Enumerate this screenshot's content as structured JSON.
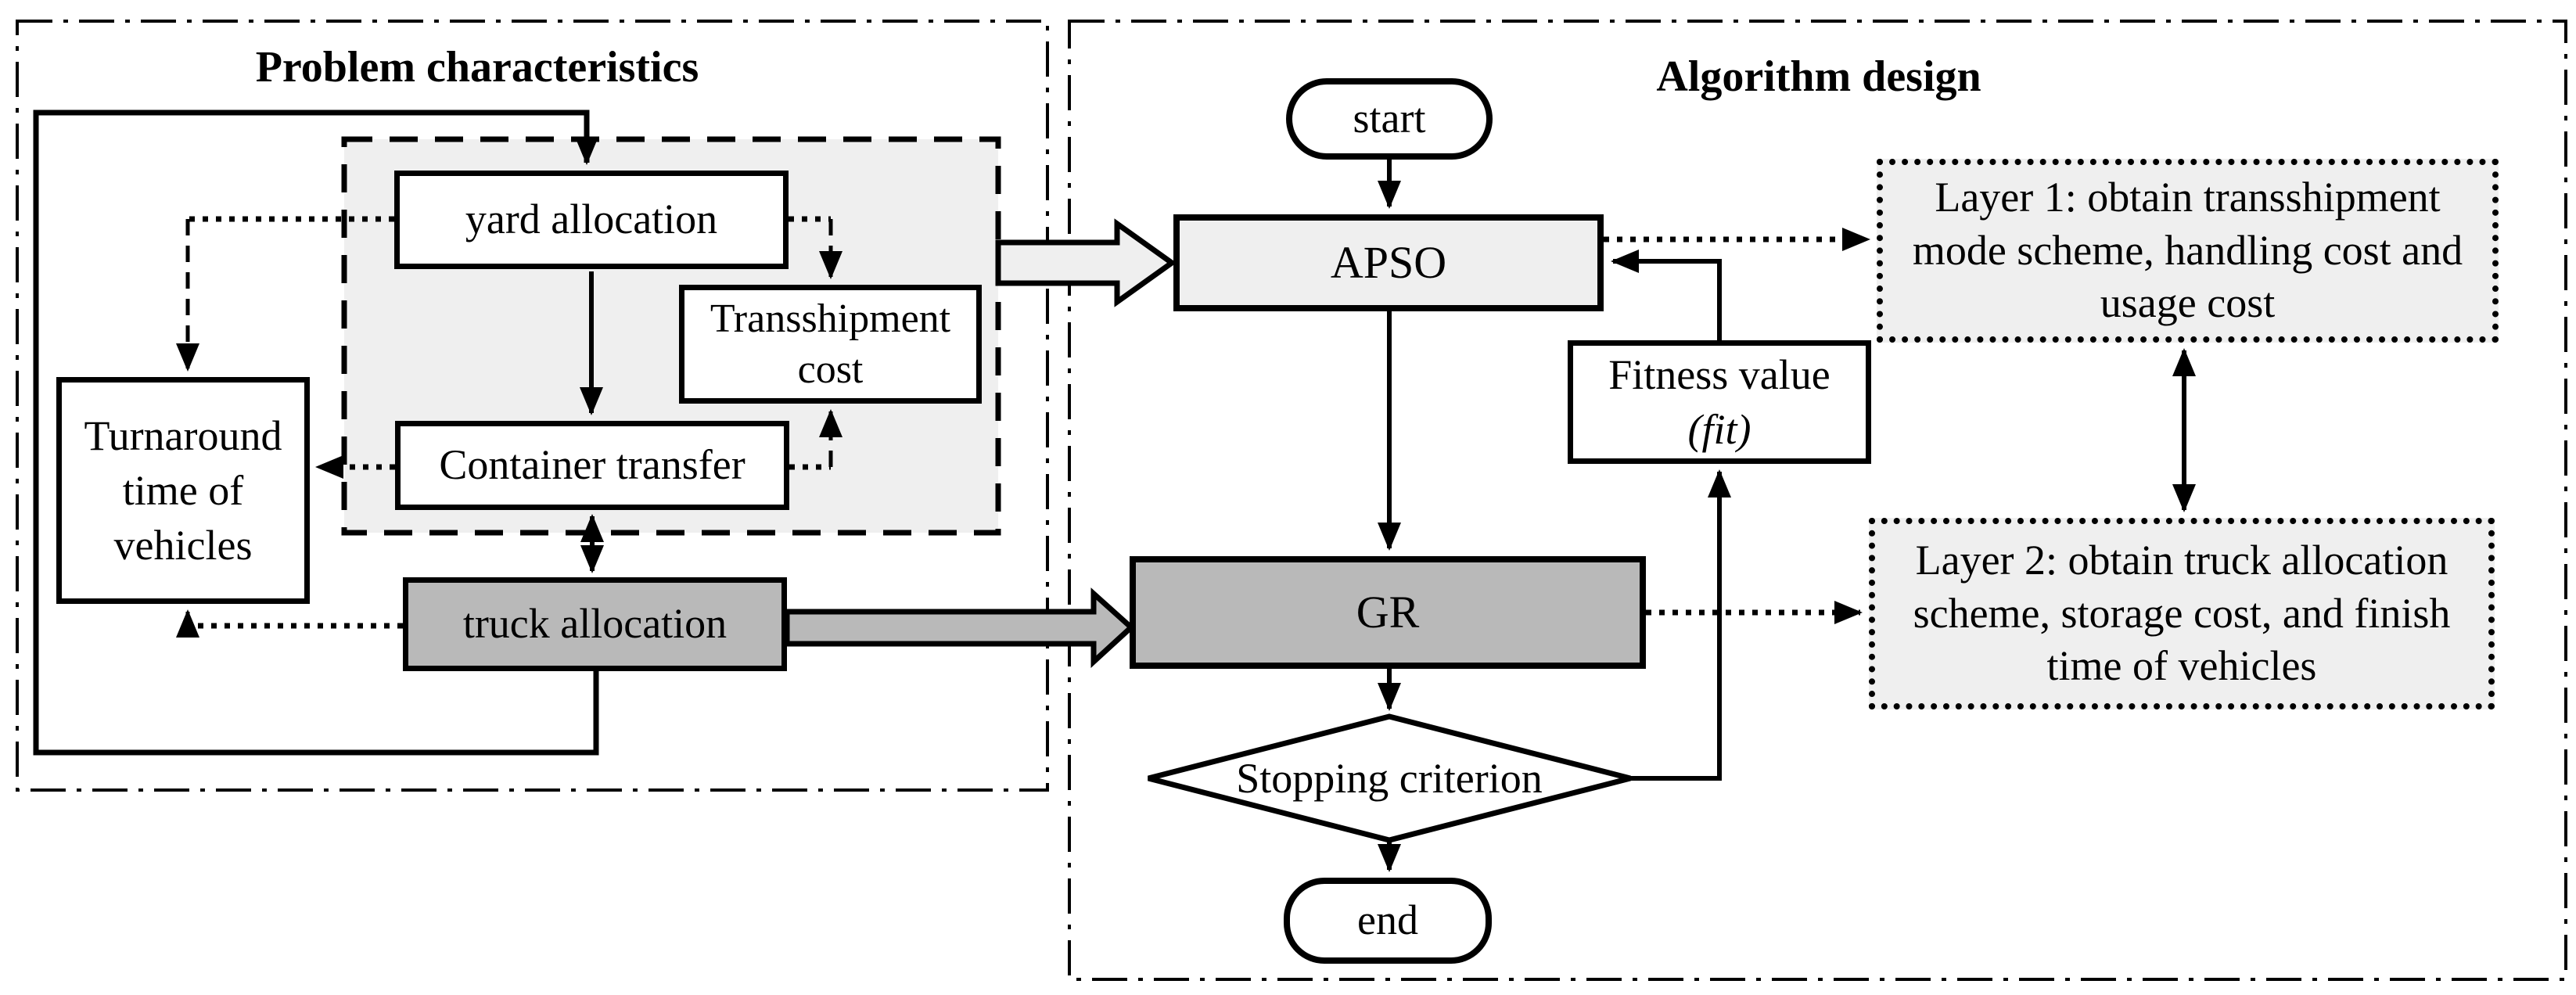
{
  "titles": {
    "left": "Problem characteristics",
    "right": "Algorithm design"
  },
  "left_panel": {
    "yard": "yard allocation",
    "transshipment": "Transshipment cost",
    "container": "Container transfer",
    "turnaround": "Turnaround time of vehicles",
    "truck": "truck allocation"
  },
  "right_panel": {
    "start": "start",
    "apso": "APSO",
    "fitness_line1": "Fitness value",
    "fitness_line2": "(fit)",
    "gr": "GR",
    "stopping": "Stopping criterion",
    "end": "end",
    "layer1": "Layer 1: obtain transshipment mode scheme, handling cost and usage cost",
    "layer2": "Layer 2: obtain truck allocation scheme, storage cost, and finish time of vehicles"
  },
  "colors": {
    "light_gray": "#efefef",
    "mid_gray": "#b9b9b9",
    "line": "#000000",
    "background": "#ffffff"
  }
}
